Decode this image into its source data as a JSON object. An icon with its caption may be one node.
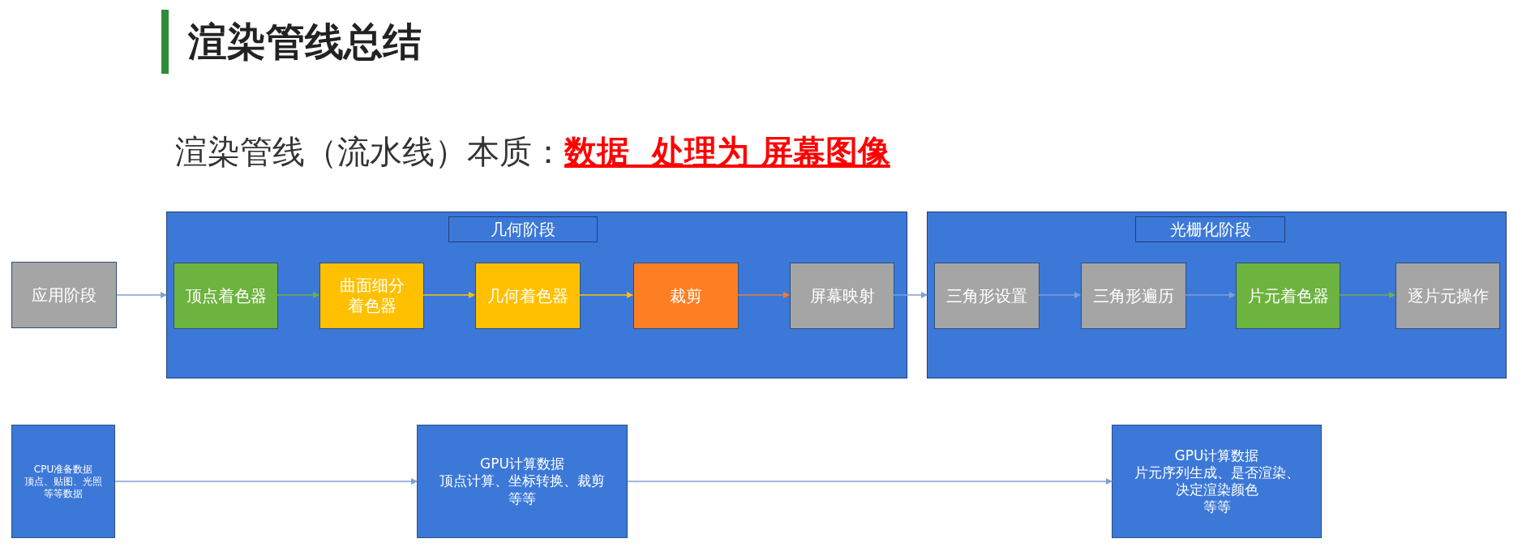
{
  "diagram": {
    "title": "渲染管线总结",
    "nodes": [
      {
        "text": [
          "应用阶段"
        ]
      },
      {
        "text": [
          "几何阶段"
        ]
      },
      {
        "text": [
          "顶点着色器"
        ],
        "in": 1
      },
      {
        "text": [
          "曲面细分着色器"
        ],
        "in": 1
      },
      {
        "text": [
          "几何着色器"
        ],
        "in": 1
      },
      {
        "text": [
          "裁剪"
        ],
        "in": 1
      },
      {
        "text": [
          "屏幕映射"
        ],
        "in": 1
      },
      {
        "text": [
          "光栅化阶段"
        ]
      },
      {
        "text": [
          "三角形设置"
        ],
        "in": 7
      },
      {
        "text": [
          "三角形遍历"
        ],
        "in": 7
      },
      {
        "text": [
          "片元着色器"
        ],
        "in": 7
      },
      {
        "text": [
          "逐片元操作"
        ],
        "in": 7
      },
      {
        "text": [
          "CPU准备数据",
          "顶点、贴图、光照",
          "等等数据"
        ]
      },
      {
        "text": [
          "GPU计算数据",
          "顶点计算、坐标转换、裁剪",
          "等等"
        ]
      },
      {
        "text": [
          "GPU计算数据",
          "片元序列生成、是否渲染、",
          "决定渲染颜色",
          "等等"
        ]
      }
    ],
    "edges": [
      {
        "from": 0,
        "to": 1,
        "arrow": "to"
      },
      {
        "from": 2,
        "to": 3,
        "arrow": "to",
        "color": "#70ad47"
      },
      {
        "from": 3,
        "to": 4,
        "arrow": "to",
        "color": "#ffc000"
      },
      {
        "from": 4,
        "to": 5,
        "arrow": "to",
        "color": "#ffc000"
      },
      {
        "from": 5,
        "to": 6,
        "arrow": "to",
        "color": "#ed7d31"
      },
      {
        "from": 6,
        "to": 7,
        "arrow": "to"
      },
      {
        "from": 8,
        "to": 9,
        "arrow": "to"
      },
      {
        "from": 9,
        "to": 10,
        "arrow": "to"
      },
      {
        "from": 10,
        "to": 11,
        "arrow": "to",
        "color": "#70ad47"
      },
      {
        "from": 12,
        "to": 13,
        "arrow": "to"
      },
      {
        "from": 13,
        "to": 14,
        "arrow": "to"
      }
    ],
    "labels": [
      "渲染管线（流水线）本质：**数据  处理为 屏幕图像**"
    ]
  }
}
